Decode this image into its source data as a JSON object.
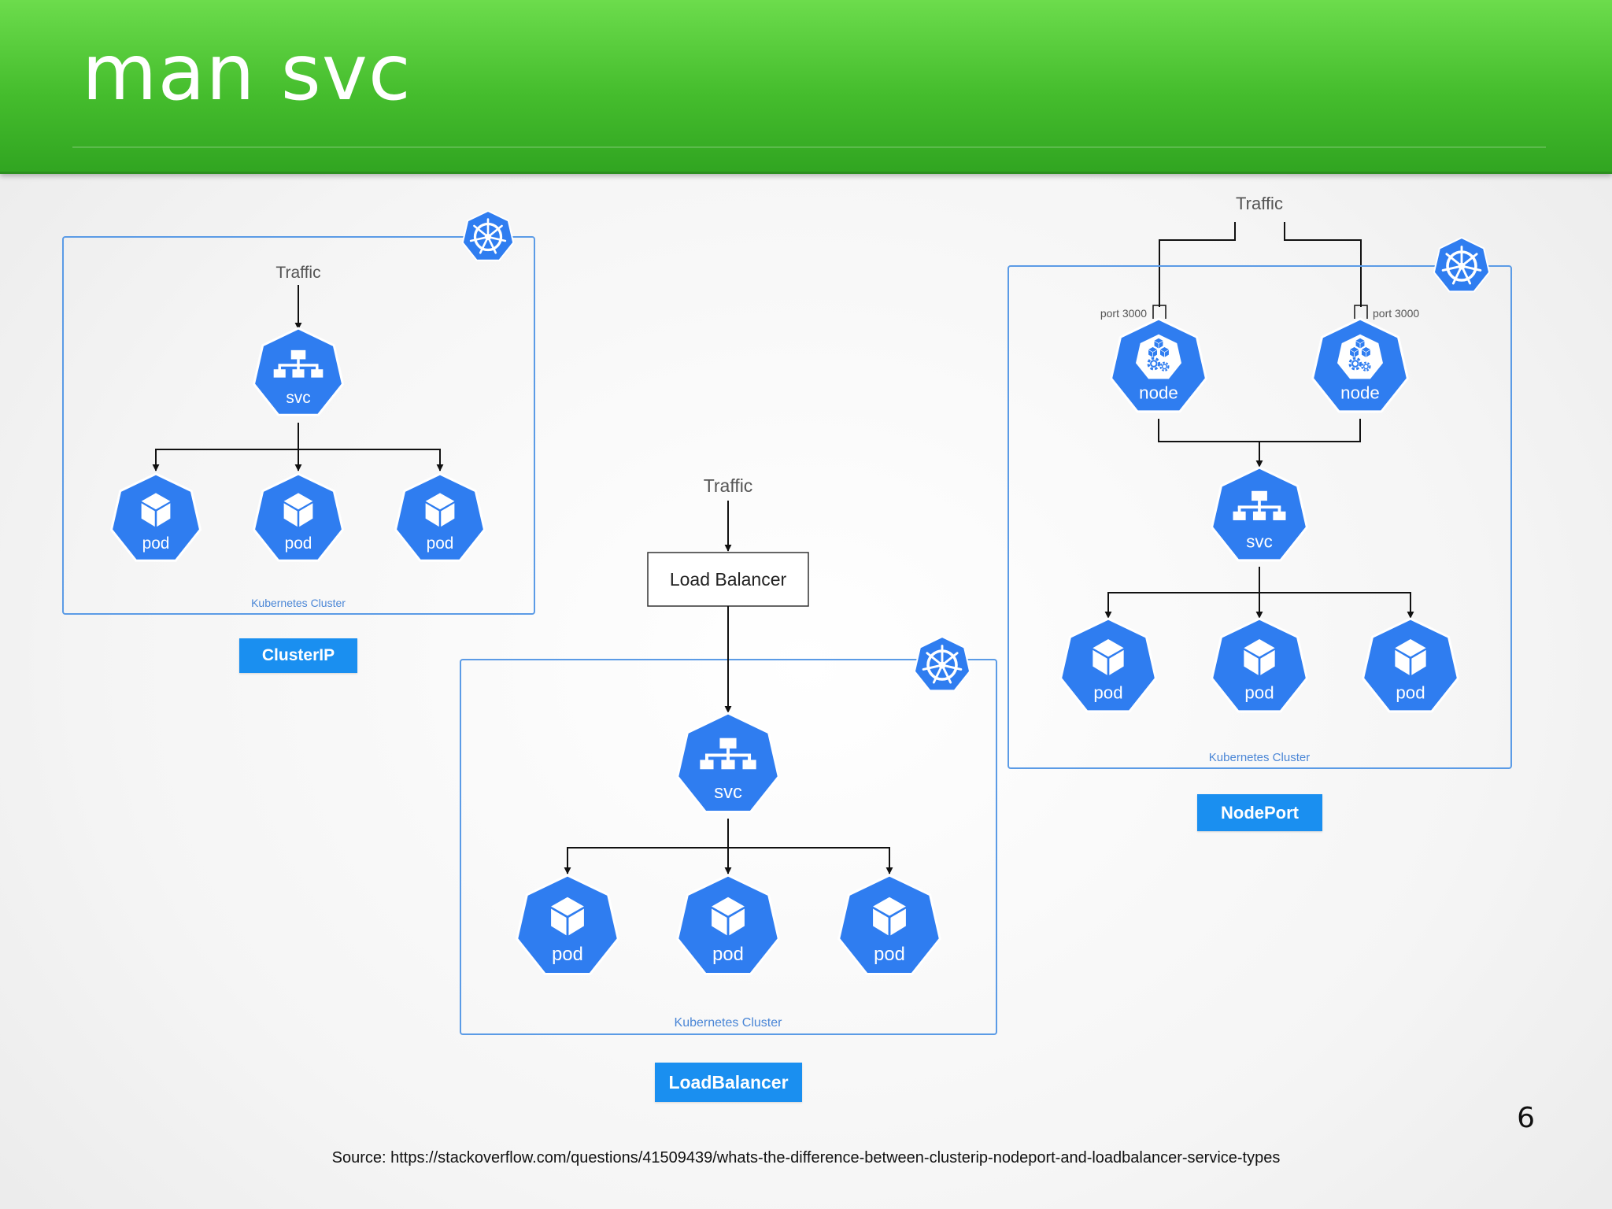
{
  "title": "man svc",
  "page_number": "6",
  "source": "Source: https://stackoverflow.com/questions/41509439/whats-the-difference-between-clusterip-nodeport-and-loadbalancer-service-types",
  "colors": {
    "header_green": "#45bd2d",
    "k8s_blue": "#2f7df0",
    "cluster_border": "#5b9be6",
    "badge_blue": "#1a8ff0"
  },
  "diagrams": {
    "clusterip": {
      "traffic": "Traffic",
      "svc": "svc",
      "pods": [
        "pod",
        "pod",
        "pod"
      ],
      "cluster_label": "Kubernetes Cluster",
      "badge": "ClusterIP"
    },
    "loadbalancer": {
      "traffic": "Traffic",
      "load_balancer": "Load Balancer",
      "svc": "svc",
      "pods": [
        "pod",
        "pod",
        "pod"
      ],
      "cluster_label": "Kubernetes Cluster",
      "badge": "LoadBalancer"
    },
    "nodeport": {
      "traffic": "Traffic",
      "ports": [
        "port 3000",
        "port 3000"
      ],
      "nodes": [
        "node",
        "node"
      ],
      "svc": "svc",
      "pods": [
        "pod",
        "pod",
        "pod"
      ],
      "cluster_label": "Kubernetes Cluster",
      "badge": "NodePort"
    }
  }
}
